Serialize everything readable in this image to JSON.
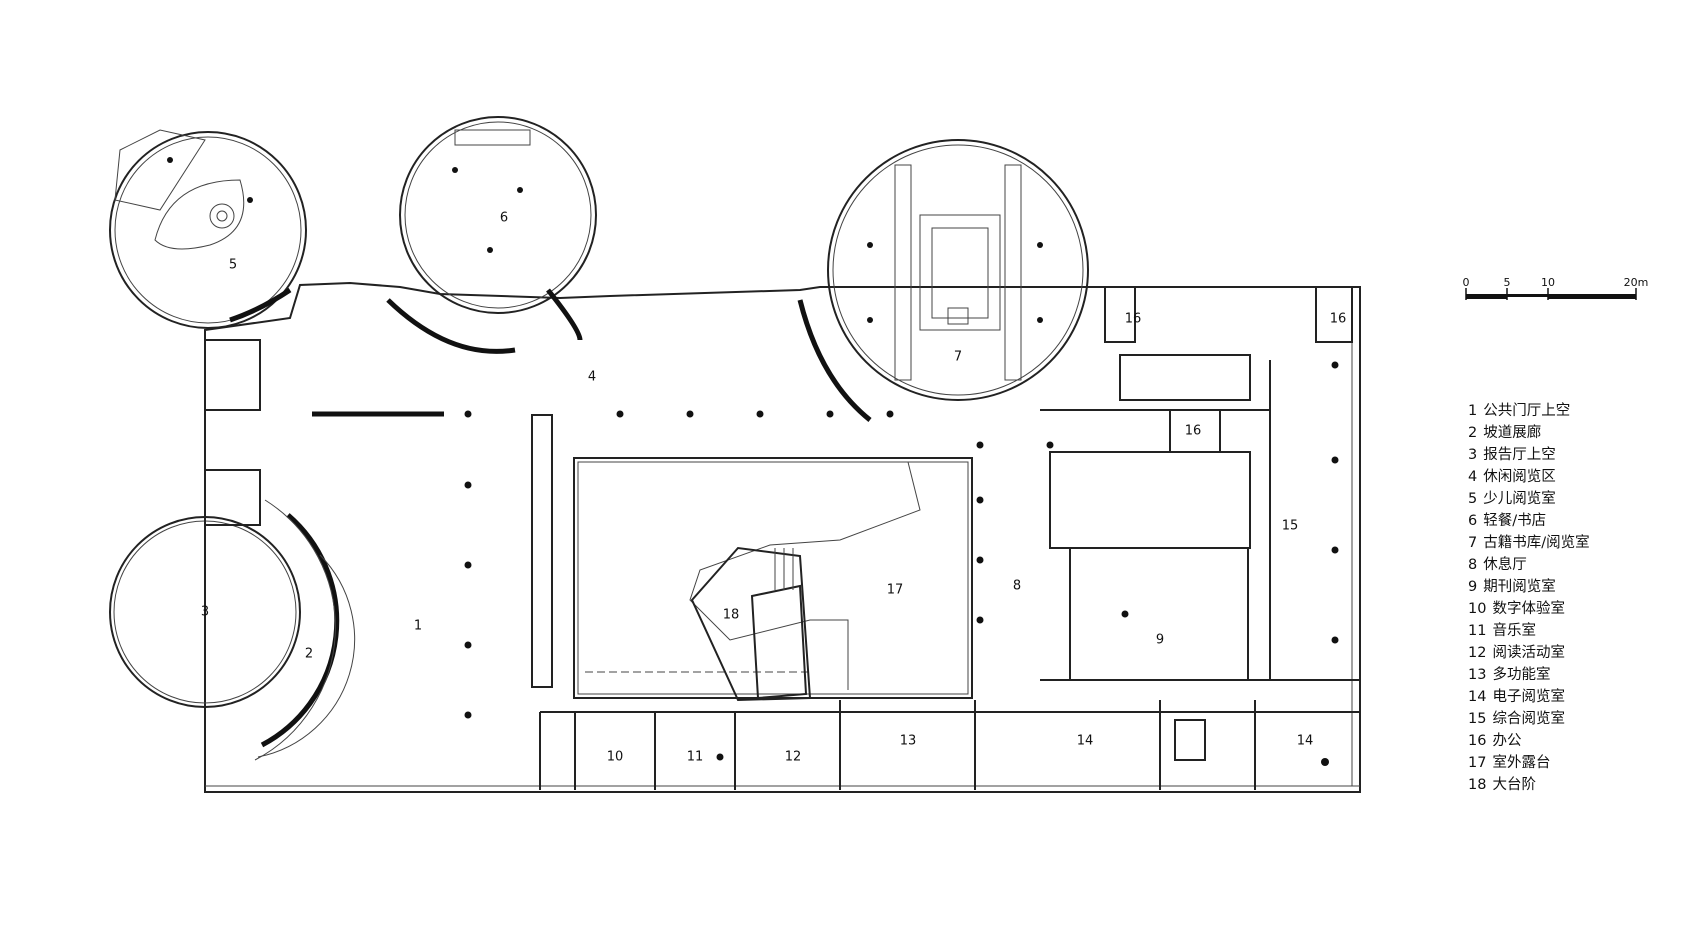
{
  "rooms": {
    "r1": "1",
    "r2": "2",
    "r3": "3",
    "r4": "4",
    "r5": "5",
    "r6": "6",
    "r7": "7",
    "r8": "8",
    "r9": "9",
    "r10": "10",
    "r11": "11",
    "r12": "12",
    "r13": "13",
    "r14a": "14",
    "r14b": "14",
    "r15": "15",
    "r16a": "16",
    "r16b": "16",
    "r16c": "16",
    "r17": "17",
    "r18": "18"
  },
  "scale_bar": {
    "labels": [
      "0",
      "5",
      "10",
      "20m"
    ]
  },
  "legend": [
    {
      "num": "1",
      "text": "公共门厅上空"
    },
    {
      "num": "2",
      "text": "坡道展廊"
    },
    {
      "num": "3",
      "text": "报告厅上空"
    },
    {
      "num": "4",
      "text": "休闲阅览区"
    },
    {
      "num": "5",
      "text": "少儿阅览室"
    },
    {
      "num": "6",
      "text": "轻餐/书店"
    },
    {
      "num": "7",
      "text": "古籍书库/阅览室"
    },
    {
      "num": "8",
      "text": "休息厅"
    },
    {
      "num": "9",
      "text": "期刊阅览室"
    },
    {
      "num": "10",
      "text": "数字体验室"
    },
    {
      "num": "11",
      "text": "音乐室"
    },
    {
      "num": "12",
      "text": "阅读活动室"
    },
    {
      "num": "13",
      "text": "多功能室"
    },
    {
      "num": "14",
      "text": "电子阅览室"
    },
    {
      "num": "15",
      "text": "综合阅览室"
    },
    {
      "num": "16",
      "text": "办公"
    },
    {
      "num": "17",
      "text": "室外露台"
    },
    {
      "num": "18",
      "text": "大台阶"
    }
  ]
}
